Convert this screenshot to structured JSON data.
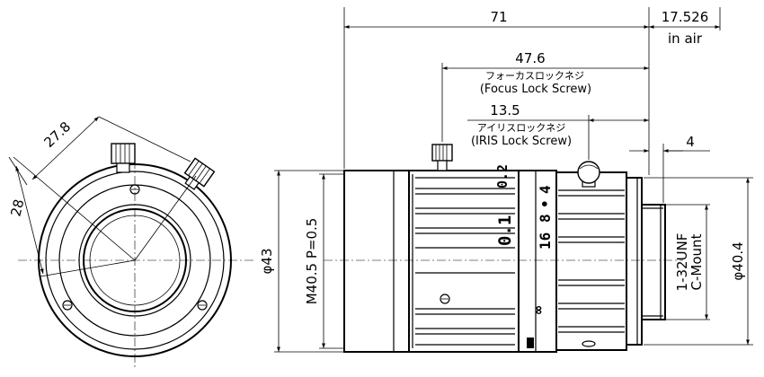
{
  "dimensions": {
    "overall_length": "71",
    "flange_back": "17.526",
    "flange_back_note": "in air",
    "focus_screw_distance": "47.6",
    "iris_screw_distance": "13.5",
    "mount_thread_length": "4",
    "body_diameter": "φ43",
    "filter_thread": "M40.5 P=0.5",
    "mount_diameter": "φ40.4",
    "mount_thread": "1-32UNF",
    "mount_type": "C-Mount",
    "front_height": "28",
    "front_diagonal": "27.8"
  },
  "labels": {
    "focus_lock_jp": "フォーカスロックネジ",
    "focus_lock_en": "(Focus Lock Screw)",
    "iris_lock_jp": "アイリスロックネジ",
    "iris_lock_en": "(IRIS Lock Screw)"
  },
  "lens_markings": {
    "focus_infinity": "∞",
    "focus_0_2": "0.2",
    "focus_0_1": "0.1",
    "aperture_4": "4",
    "aperture_8": "8",
    "aperture_16": "16"
  }
}
